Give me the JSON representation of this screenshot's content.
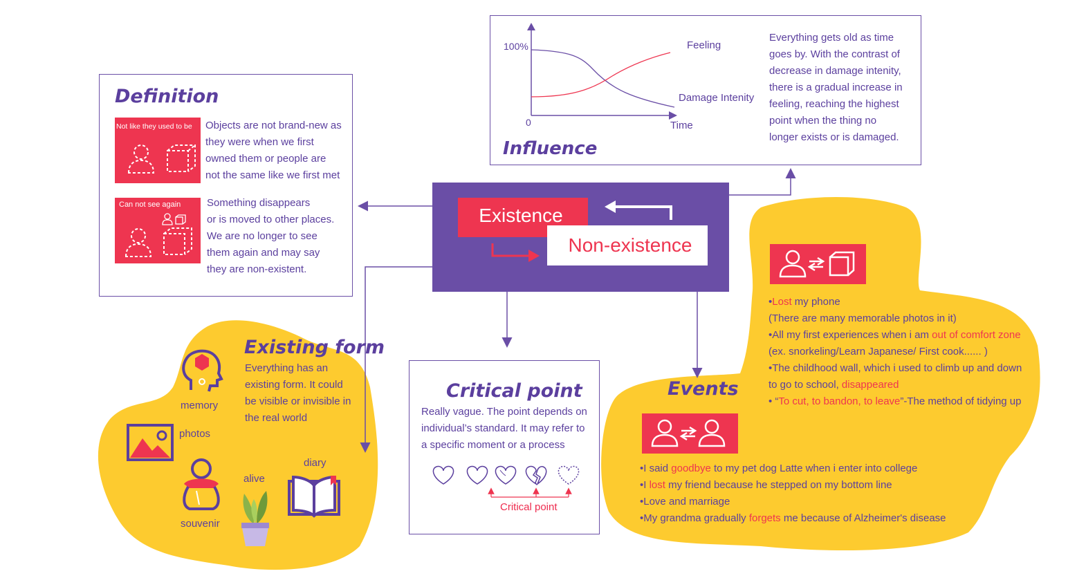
{
  "center": {
    "existence": "Existence",
    "non_existence": "Non-existence"
  },
  "definition": {
    "title": "Definition",
    "item1": {
      "tile_label": "Not like they used to be",
      "lines": [
        "Objects are not brand-new as",
        "they were when we first",
        "owned them or people are",
        "not the same like we first met"
      ]
    },
    "item2": {
      "tile_label": "Can not see again",
      "lines": [
        "Something disappears",
        "or is moved to other places.",
        "We are no longer to see",
        "them again and may say",
        "they are non-existent."
      ]
    }
  },
  "influence": {
    "title": "Influence",
    "y_tick": "100%",
    "origin": "0",
    "x_label": "Time",
    "series_feeling": "Feeling",
    "series_damage": "Damage Intenity",
    "lines": [
      "Everything gets old as time",
      "goes by. With the contrast of",
      "decrease in damage intenity,",
      "there is a gradual increase in",
      "feeling, reaching the highest",
      "point when the thing no",
      "longer exists or is damaged."
    ]
  },
  "existing_form": {
    "title": "Existing form",
    "lines": [
      "Everything has an",
      "existing form. It could",
      "be visible or invisible in",
      "the real world"
    ],
    "labels": {
      "memory": "memory",
      "photos": "photos",
      "souvenir": "souvenir",
      "alive": "alive",
      "diary": "diary"
    }
  },
  "critical_point": {
    "title": "Critical point",
    "lines": [
      "Really vague. The point depends on",
      "individual’s standard. It may refer to",
      "a specific moment or a process"
    ],
    "marker_label": "Critical point"
  },
  "events": {
    "title": "Events",
    "group1": [
      {
        "parts": [
          {
            "t": "•",
            "c": "p"
          },
          {
            "t": "Lost",
            "c": "r"
          },
          {
            "t": " my phone",
            "c": "p"
          }
        ]
      },
      {
        "parts": [
          {
            "t": "(There are many memorable photos in it)",
            "c": "p"
          }
        ]
      },
      {
        "parts": [
          {
            "t": "•All my first experiences when i am ",
            "c": "p"
          },
          {
            "t": "out of comfort zone",
            "c": "r"
          }
        ]
      },
      {
        "parts": [
          {
            "t": "(ex. snorkeling/Learn Japanese/ First cook...... )",
            "c": "p"
          }
        ]
      },
      {
        "parts": [
          {
            "t": "•The childhood wall, which i used to climb up and down",
            "c": "p"
          }
        ]
      },
      {
        "parts": [
          {
            "t": "to go to school, ",
            "c": "p"
          },
          {
            "t": "disappeared",
            "c": "r"
          }
        ]
      },
      {
        "parts": [
          {
            "t": "• “",
            "c": "p"
          },
          {
            "t": "To cut, to bandon, to leave",
            "c": "r"
          },
          {
            "t": "”-The method of tidying up",
            "c": "p"
          }
        ]
      }
    ],
    "group2": [
      {
        "parts": [
          {
            "t": "•I said ",
            "c": "p"
          },
          {
            "t": "goodbye",
            "c": "r"
          },
          {
            "t": " to my pet dog Latte when i enter into college",
            "c": "p"
          }
        ]
      },
      {
        "parts": [
          {
            "t": "•I ",
            "c": "p"
          },
          {
            "t": "lost",
            "c": "r"
          },
          {
            "t": " my friend because he stepped on my bottom line",
            "c": "p"
          }
        ]
      },
      {
        "parts": [
          {
            "t": "•Love and marriage",
            "c": "p"
          }
        ]
      },
      {
        "parts": [
          {
            "t": "•My grandma gradually ",
            "c": "p"
          },
          {
            "t": "forgets",
            "c": "r"
          },
          {
            "t": " me because of Alzheimer's disease",
            "c": "p"
          }
        ]
      }
    ]
  },
  "colors": {
    "purple": "#6a4ea6",
    "text_purple": "#5b3f9e",
    "red": "#ee3550",
    "yellow": "#fdcb2f"
  },
  "icons": [
    "person-icon",
    "cube-icon",
    "swap-arrows-icon",
    "brain-icon",
    "picture-icon",
    "doll-icon",
    "plant-icon",
    "book-icon",
    "heart-icon",
    "broken-heart-icon",
    "dotted-heart-icon"
  ]
}
